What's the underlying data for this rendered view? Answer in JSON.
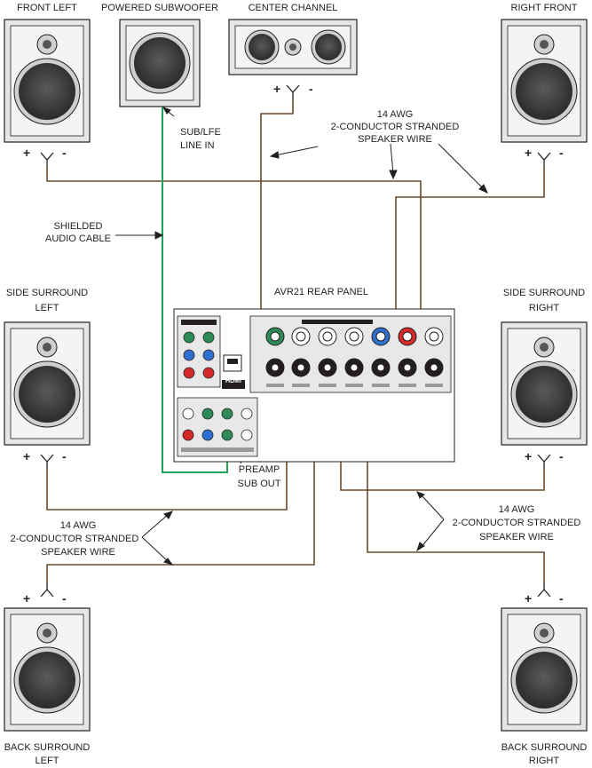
{
  "speakers": {
    "front_left": "FRONT LEFT",
    "subwoofer": "POWERED SUBWOOFER",
    "center": "CENTER CHANNEL",
    "right_front": "RIGHT FRONT",
    "side_left_1": "SIDE SURROUND",
    "side_left_2": "LEFT",
    "side_right_1": "SIDE SURROUND",
    "side_right_2": "RIGHT",
    "back_left_1": "BACK SURROUND",
    "back_left_2": "LEFT",
    "back_right_1": "BACK SURROUND",
    "back_right_2": "RIGHT"
  },
  "annotations": {
    "sub_in_1": "SUB/LFE",
    "sub_in_2": "LINE IN",
    "wire_top_1": "14 AWG",
    "wire_top_2": "2-CONDUCTOR STRANDED",
    "wire_top_3": "SPEAKER WIRE",
    "shielded_1": "SHIELDED",
    "shielded_2": "AUDIO CABLE",
    "panel_title": "AVR21 REAR PANEL",
    "preamp_1": "PREAMP",
    "preamp_2": "SUB OUT",
    "wire_left_1": "14 AWG",
    "wire_left_2": "2-CONDUCTOR STRANDED",
    "wire_left_3": "SPEAKER WIRE",
    "wire_right_1": "14 AWG",
    "wire_right_2": "2-CONDUCTOR STRANDED",
    "wire_right_3": "SPEAKER WIRE",
    "hdmi": "HDMI"
  },
  "polarity": {
    "plus": "+",
    "minus": "-"
  },
  "colors": {
    "speaker_wire": "#6b4a2b",
    "shielded_cable": "#1fa25a",
    "line": "#231f20",
    "cabinet": "#e6e6e6",
    "woofer": "#4a4a4a"
  }
}
